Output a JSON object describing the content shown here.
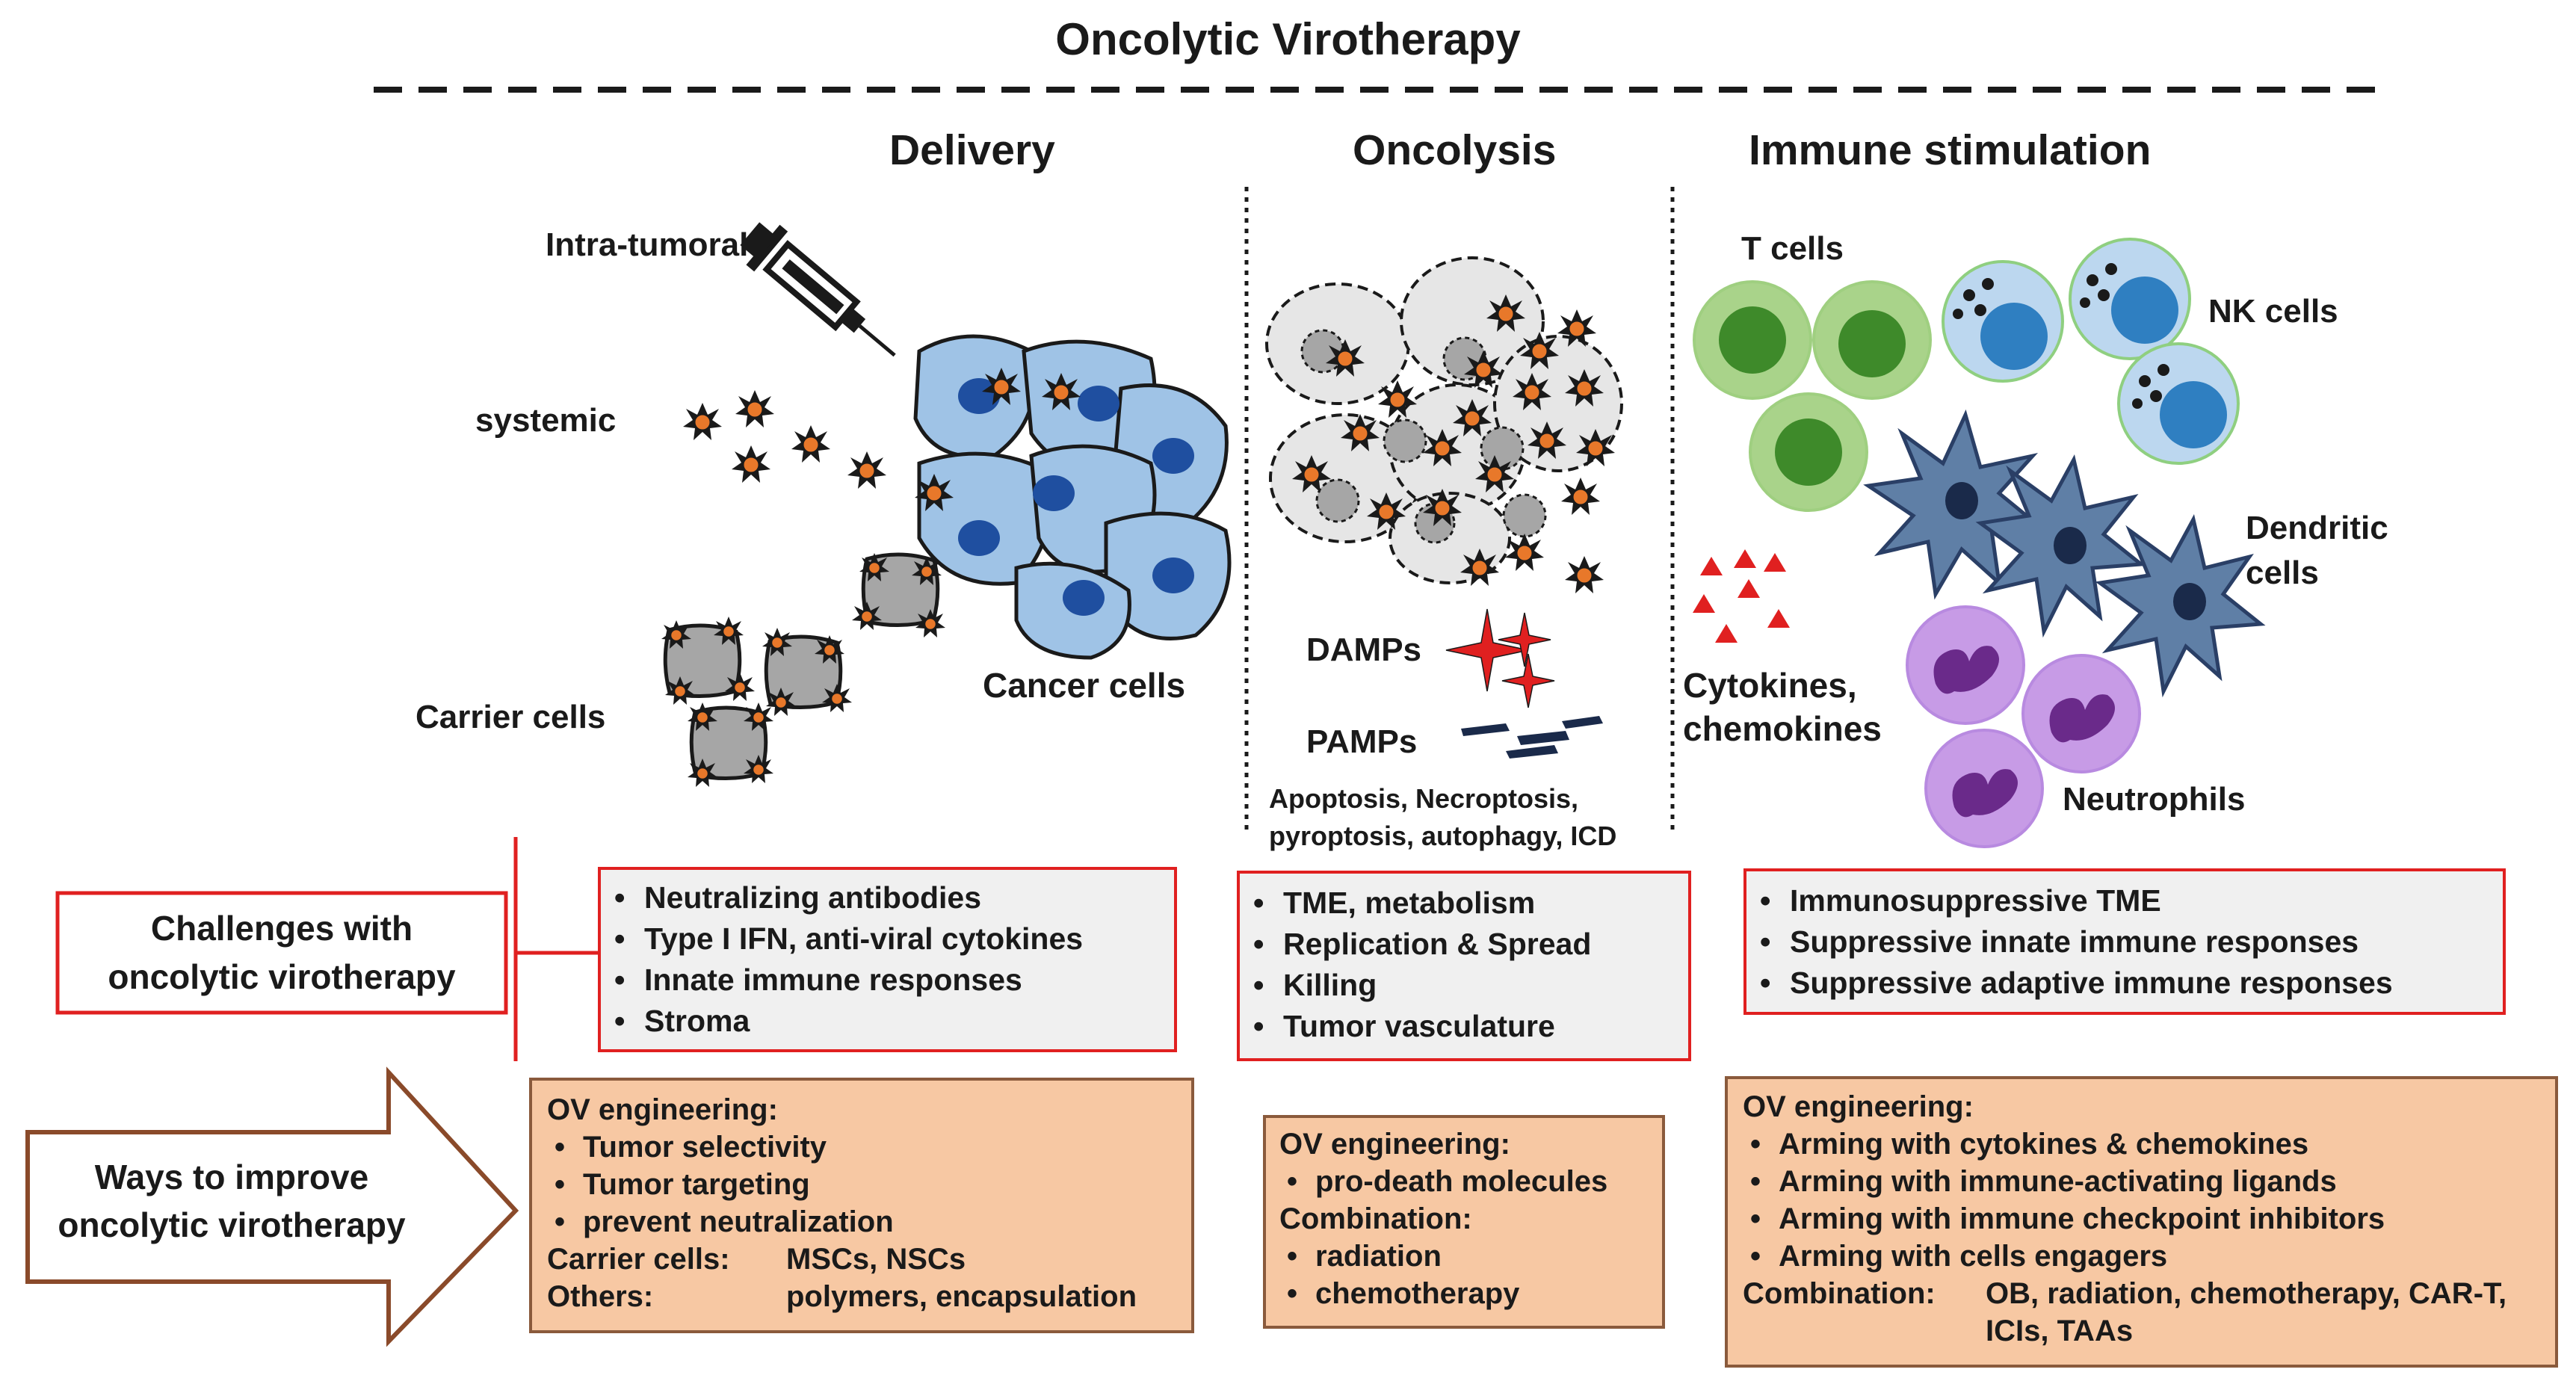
{
  "title": "Oncolytic Virotherapy",
  "sections": {
    "delivery": "Delivery",
    "oncolysis": "Oncolysis",
    "immune": "Immune stimulation"
  },
  "delivery_labels": {
    "intratumoral": "Intra-tumoral",
    "systemic": "systemic",
    "carrier_cells": "Carrier cells",
    "cancer_cells": "Cancer cells"
  },
  "oncolysis_labels": {
    "damps": "DAMPs",
    "pamps": "PAMPs",
    "death_line1": "Apoptosis, Necroptosis,",
    "death_line2": "pyroptosis, autophagy, ICD"
  },
  "immune_labels": {
    "t_cells": "T cells",
    "nk_cells": "NK cells",
    "dendritic_line1": "Dendritic",
    "dendritic_line2": "cells",
    "cytokines_line1": "Cytokines,",
    "cytokines_line2": "chemokines",
    "neutrophils": "Neutrophils"
  },
  "challenges_label": {
    "line1": "Challenges with",
    "line2": "oncolytic virotherapy"
  },
  "improve_label": {
    "line1": "Ways to improve",
    "line2": "oncolytic virotherapy"
  },
  "challenges": {
    "delivery": [
      "Neutralizing antibodies",
      "Type I IFN, anti-viral cytokines",
      "Innate immune responses",
      "Stroma"
    ],
    "oncolysis": [
      "TME, metabolism",
      "Replication & Spread",
      "Killing",
      "Tumor vasculature"
    ],
    "immune": [
      "Immunosuppressive TME",
      "Suppressive innate immune responses",
      "Suppressive adaptive immune responses"
    ]
  },
  "improve": {
    "delivery": {
      "heading": "OV engineering:",
      "items": [
        "Tumor selectivity",
        "Tumor targeting",
        "prevent neutralization"
      ],
      "carrier_label": "Carrier cells:",
      "carrier_value": "MSCs, NSCs",
      "others_label": "Others:",
      "others_value": "polymers, encapsulation"
    },
    "oncolysis": {
      "heading": "OV engineering:",
      "items": [
        "pro-death molecules"
      ],
      "combination_label": "Combination:",
      "combination_items": [
        "radiation",
        "chemotherapy"
      ]
    },
    "immune": {
      "heading": "OV engineering:",
      "items": [
        "Arming with cytokines & chemokines",
        "Arming with immune-activating ligands",
        "Arming with immune checkpoint inhibitors",
        "Arming with cells engagers"
      ],
      "combination_label": "Combination:",
      "combination_line1": "OB, radiation, chemotherapy, CAR-T,",
      "combination_line2": "ICIs, TAAs"
    }
  },
  "colors": {
    "challenge_border": "#e02020",
    "challenge_fill": "#f0f0f0",
    "improve_fill": "#f7c8a3",
    "improve_border": "#8a5a3c",
    "virus_fill": "#e8782a",
    "cancer_cell": "#9fc3e6",
    "t_cell": "#a9d38a",
    "nk_cell": "#bcd7ef",
    "dendritic_cell": "#5f7fa6",
    "neutrophil": "#c79be6",
    "cytokine": "#e02020"
  }
}
